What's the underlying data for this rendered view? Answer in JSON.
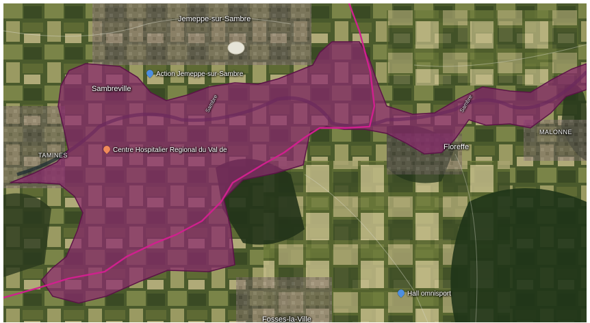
{
  "map": {
    "places": {
      "jemeppe": "Jemeppe-sur-Sambre",
      "sambreville": "Sambreville",
      "tamines": "TAMINES",
      "floreffe": "Floreffe",
      "malonne": "MALONNE",
      "fosses": "Fosses-la-Ville"
    },
    "pois": {
      "action": "Action Jemeppe-sur-Sambre",
      "hospital": "Centre Hospitalier Regional du Val de",
      "hall": "Hall omnisport"
    },
    "rivers": {
      "sambre_1": "Sambre",
      "sambre_2": "Sambre"
    },
    "colors": {
      "zone_fill": "#8a2a6e",
      "zone_stroke": "#5a1446",
      "road": "#d0208e",
      "poi_blue": "#4d8fe0",
      "poi_orange": "#f08a5a"
    },
    "icons": {
      "action": "location-pin-icon",
      "hospital": "hospital-pin-icon",
      "hall": "location-pin-icon"
    }
  }
}
